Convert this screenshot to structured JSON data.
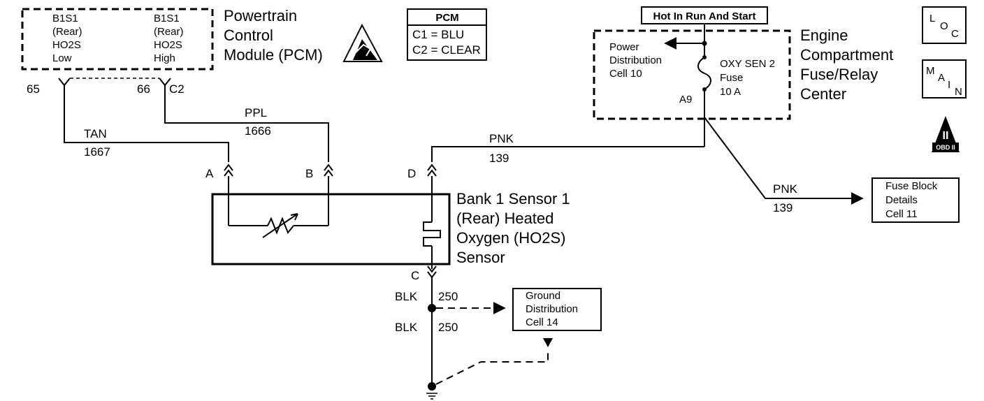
{
  "pcm": {
    "low_label": [
      "B1S1",
      "(Rear)",
      "HO2S",
      "Low"
    ],
    "high_label": [
      "B1S1",
      "(Rear)",
      "HO2S",
      "High"
    ],
    "title": [
      "Powertrain",
      "Control",
      "Module (PCM)"
    ],
    "pin_low": "65",
    "pin_high": "66",
    "connector": "C2"
  },
  "pcm_legend": {
    "title": "PCM",
    "c1": "C1 = BLU",
    "c2": "C2 = CLEAR"
  },
  "hot_label": "Hot In Run And Start",
  "fuse_center": {
    "power_dist": [
      "Power",
      "Distribution",
      "Cell 10"
    ],
    "fuse": [
      "OXY SEN 2",
      "Fuse",
      "10 A"
    ],
    "pin": "A9",
    "title": [
      "Engine",
      "Compartment",
      "Fuse/Relay",
      "Center"
    ]
  },
  "badges": {
    "loc": [
      "L",
      "O",
      "C"
    ],
    "main": [
      "M",
      "A",
      "I",
      "N"
    ],
    "obd": "OBD II",
    "obd_numeral": "II"
  },
  "wires": {
    "tan": {
      "color": "TAN",
      "circuit": "1667"
    },
    "ppl": {
      "color": "PPL",
      "circuit": "1666"
    },
    "pnk_top": {
      "color": "PNK",
      "circuit": "139"
    },
    "pnk_right": {
      "color": "PNK",
      "circuit": "139"
    },
    "blk_upper": {
      "color": "BLK",
      "circuit": "250"
    },
    "blk_lower": {
      "color": "BLK",
      "circuit": "250"
    }
  },
  "pins": {
    "a": "A",
    "b": "B",
    "c": "C",
    "d": "D"
  },
  "sensor": {
    "title": [
      "Bank 1 Sensor 1",
      "(Rear) Heated",
      "Oxygen (HO2S)",
      "Sensor"
    ]
  },
  "fuse_block": {
    "label": [
      "Fuse Block",
      "Details",
      "Cell 11"
    ]
  },
  "ground_dist": {
    "label": [
      "Ground",
      "Distribution",
      "Cell 14"
    ]
  }
}
